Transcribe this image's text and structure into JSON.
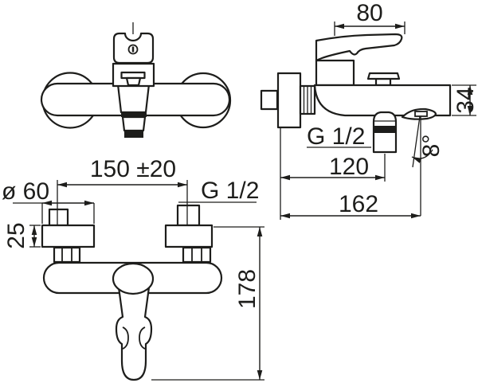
{
  "drawing": {
    "dims": {
      "lever_length": "80",
      "body_height": "34",
      "shower_outlet_thread": "G 1/2",
      "shower_outlet_offset": "120",
      "spout_reach": "162",
      "spout_angle": "8°",
      "inlet_centers": "150 ±20",
      "flange_diameter": "ø 60",
      "inlet_thread": "G 1/2",
      "flange_depth": "25",
      "total_projection": "178"
    },
    "colors": {
      "line": "#1d1d1b",
      "background": "#ffffff"
    }
  }
}
